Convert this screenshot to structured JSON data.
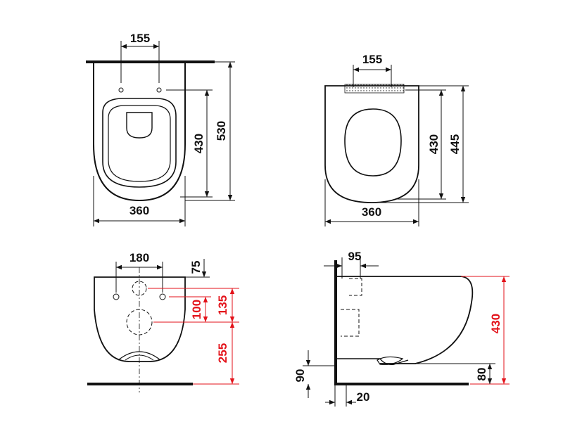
{
  "colors": {
    "ink": "#111111",
    "red": "#e3121a",
    "background": "#ffffff"
  },
  "views": {
    "top_left": {
      "label_width_top": "155",
      "label_width_bottom": "360",
      "label_height_inner": "430",
      "label_height_outer": "530"
    },
    "top_right": {
      "label_width_top": "155",
      "label_width_bottom": "360",
      "label_height_inner": "430",
      "label_height_outer": "445"
    },
    "bottom_left": {
      "label_hole_spacing": "180",
      "label_top_offset": "75",
      "label_drain_to_holes": "100",
      "label_drain_offset": "135",
      "label_floor_to_drain": "255"
    },
    "bottom_right": {
      "label_depth_top": "95",
      "label_height": "430",
      "label_left_height": "90",
      "label_right_height": "80",
      "label_bottom": "20"
    }
  }
}
